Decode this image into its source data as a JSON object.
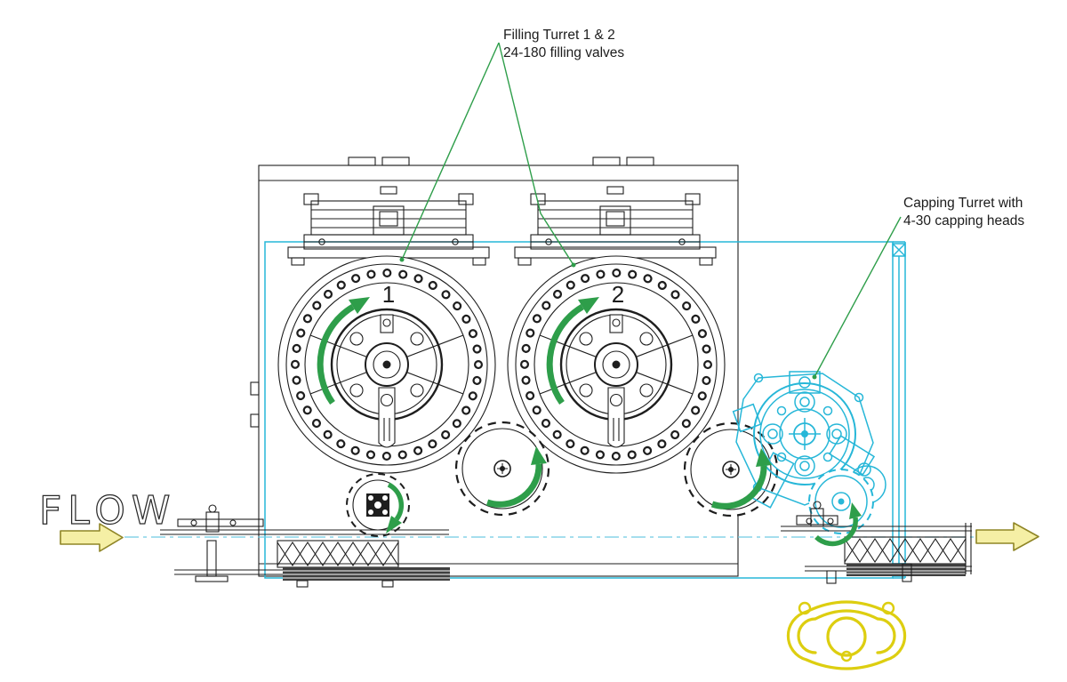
{
  "diagram": {
    "flow_label": "FLOW",
    "turrets": [
      {
        "number": "1"
      },
      {
        "number": "2"
      }
    ],
    "annotations": {
      "filling": {
        "line1": "Filling Turret 1 & 2",
        "line2": "24-180 filling valves"
      },
      "capping": {
        "line1": "Capping Turret with",
        "line2": "4-30 capping heads"
      }
    },
    "colors": {
      "linework_black": "#1e1e1e",
      "guard_frame_cyan": "#27b7d8",
      "annotation_green": "#2e9e4a",
      "flow_arrow_fill": "#f5efa5",
      "flow_arrow_outline": "#8f8526",
      "operator_yellow": "#ddce10",
      "background": "#ffffff"
    },
    "icons": {
      "rotation_arrow": "curved-arrow",
      "flow_arrow": "block-arrow-right",
      "operator": "person-top-view"
    }
  }
}
